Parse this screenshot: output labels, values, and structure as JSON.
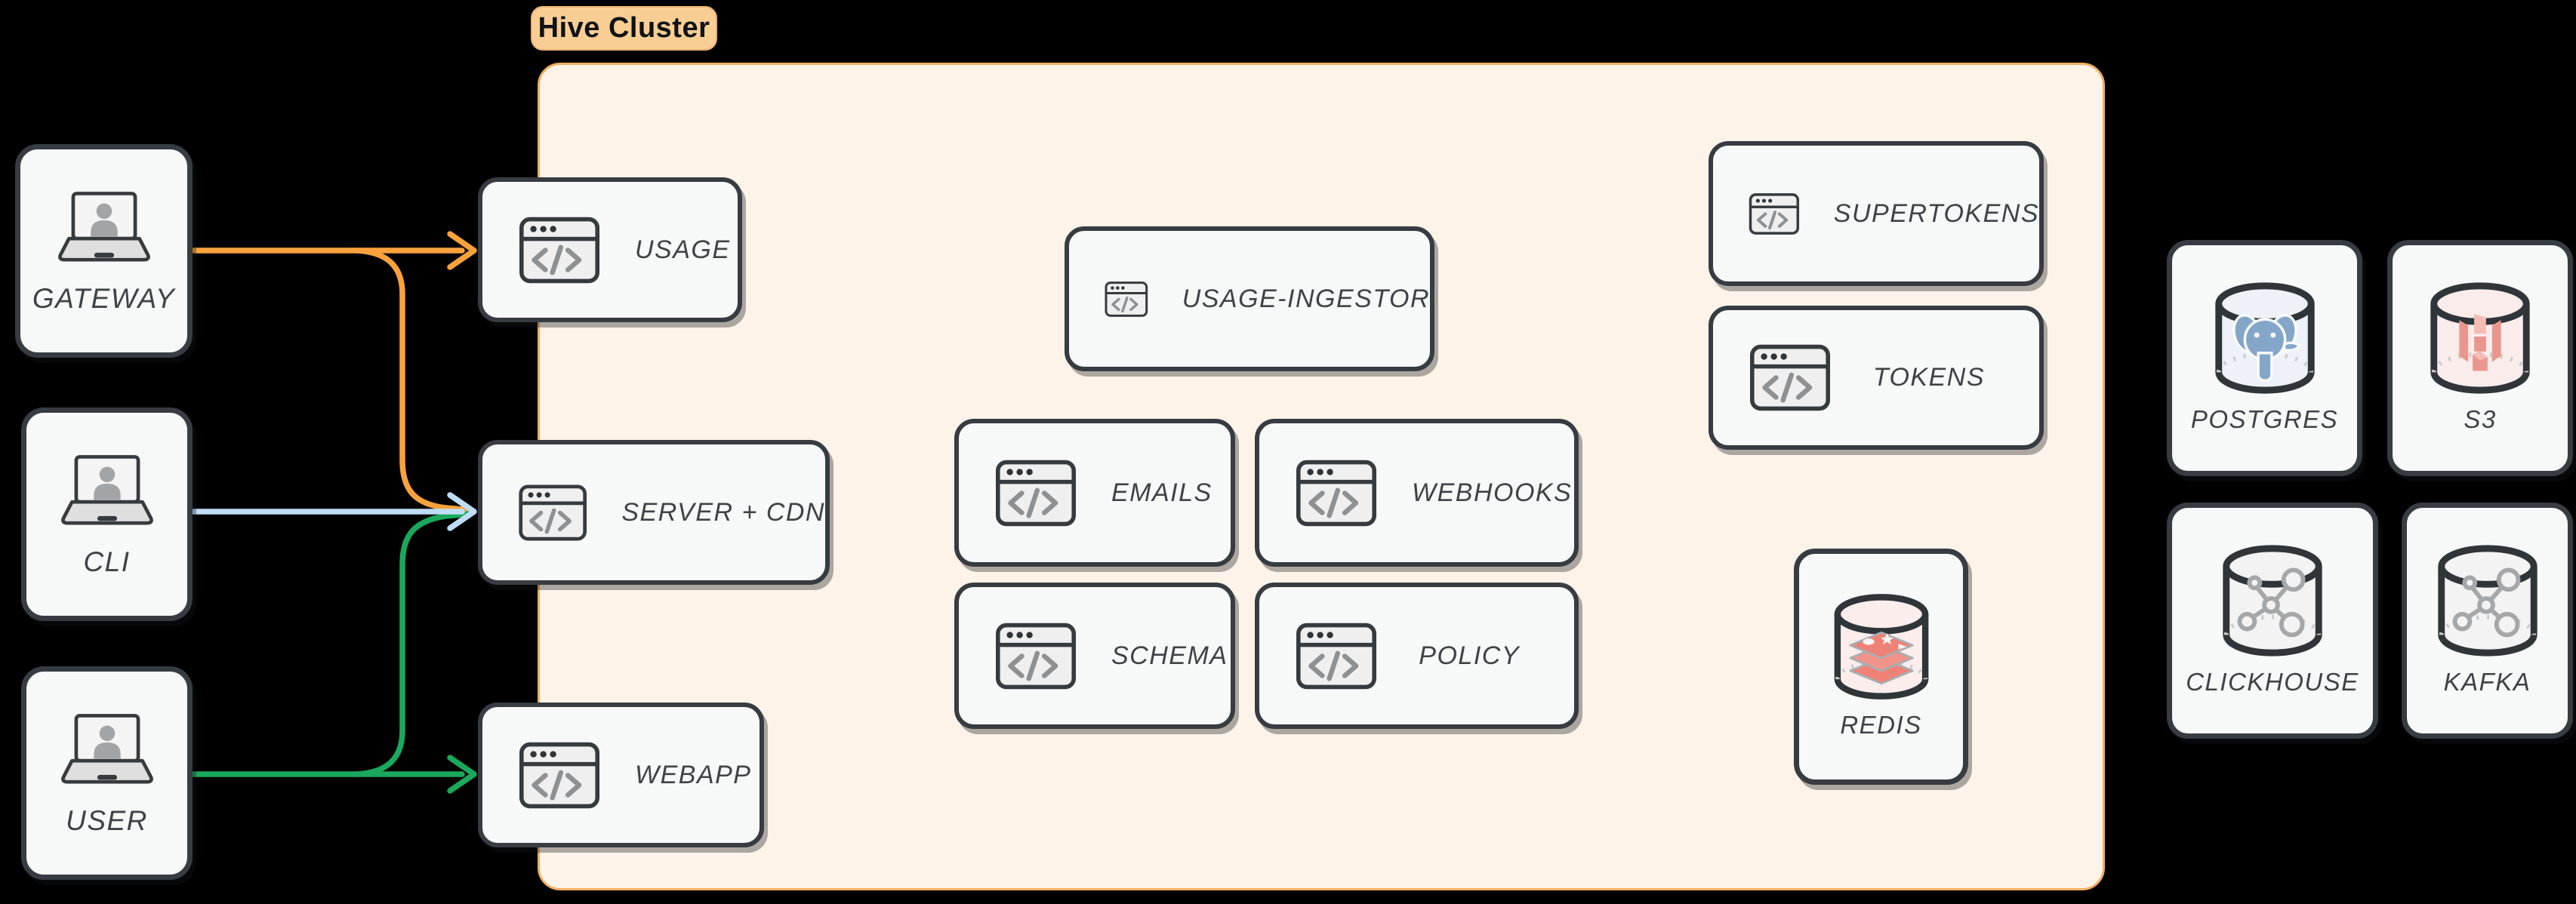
{
  "cluster": {
    "label": "Hive Cluster"
  },
  "clients": {
    "gateway": {
      "label": "GATEWAY",
      "icon": "laptop-user-icon"
    },
    "cli": {
      "label": "CLI",
      "icon": "laptop-user-icon"
    },
    "user": {
      "label": "USER",
      "icon": "laptop-user-icon"
    }
  },
  "services": {
    "usage": {
      "label": "USAGE",
      "icon": "code-window-icon"
    },
    "server_cdn": {
      "label": "SERVER + CDN",
      "icon": "code-window-icon"
    },
    "webapp": {
      "label": "WEBAPP",
      "icon": "code-window-icon"
    },
    "usage_ingestor": {
      "label": "USAGE-INGESTOR",
      "icon": "code-window-icon"
    },
    "emails": {
      "label": "EMAILS",
      "icon": "code-window-icon"
    },
    "webhooks": {
      "label": "WEBHOOKS",
      "icon": "code-window-icon"
    },
    "schema": {
      "label": "SCHEMA",
      "icon": "code-window-icon"
    },
    "policy": {
      "label": "POLICY",
      "icon": "code-window-icon"
    },
    "supertokens": {
      "label": "SUPERTOKENS",
      "icon": "code-window-icon"
    },
    "tokens": {
      "label": "TOKENS",
      "icon": "code-window-icon"
    }
  },
  "datastores": {
    "redis": {
      "label": "REDIS",
      "icon": "redis-database-icon"
    },
    "postgres": {
      "label": "POSTGRES",
      "icon": "postgres-database-icon"
    },
    "s3": {
      "label": "S3",
      "icon": "s3-database-icon"
    },
    "clickhouse": {
      "label": "CLICKHOUSE",
      "icon": "clickhouse-database-icon"
    },
    "kafka": {
      "label": "KAFKA",
      "icon": "kafka-database-icon"
    }
  },
  "edges": [
    {
      "from": "GATEWAY",
      "to": "USAGE",
      "color": "#F9A23C"
    },
    {
      "from": "GATEWAY",
      "to": "SERVER + CDN",
      "color": "#F9A23C"
    },
    {
      "from": "CLI",
      "to": "SERVER + CDN",
      "color": "#BFDCF5"
    },
    {
      "from": "USER",
      "to": "SERVER + CDN",
      "color": "#1AA85C"
    },
    {
      "from": "USER",
      "to": "WEBAPP",
      "color": "#1AA85C"
    }
  ],
  "colors": {
    "background": "#000000",
    "node_border": "#363C41",
    "node_bg": "#F7F8F8",
    "cluster_bg": "#FDF3E9",
    "cluster_border": "#F1AE62",
    "cluster_label_bg": "#F8CE94",
    "label_text": "#3E4347",
    "arrow_orange": "#F9A23C",
    "arrow_blue": "#BFDCF5",
    "arrow_green": "#1AA85C",
    "icon_gray": "#8E9194",
    "redis_red": "#EE8277",
    "postgres_blue": "#84A7C9",
    "s3_salmon": "#E9968E",
    "graph_icon_gray": "#A4A8AB"
  }
}
